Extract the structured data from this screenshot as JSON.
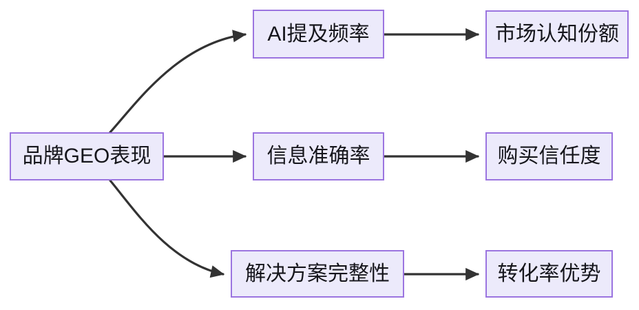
{
  "diagram": {
    "type": "flowchart",
    "direction": "left-to-right",
    "background_color": "#ffffff",
    "node_fill_color": "#ECEAFB",
    "node_border_color": "#9B74E0",
    "edge_color": "#333333",
    "text_color": "#16161c",
    "nodes": [
      {
        "id": "root",
        "label": "品牌GEO表现"
      },
      {
        "id": "mention",
        "label": "AI提及频率"
      },
      {
        "id": "share",
        "label": "市场认知份额"
      },
      {
        "id": "accuracy",
        "label": "信息准确率"
      },
      {
        "id": "trust",
        "label": "购买信任度"
      },
      {
        "id": "solution",
        "label": "解决方案完整性"
      },
      {
        "id": "conversion",
        "label": "转化率优势"
      }
    ],
    "edges": [
      {
        "from": "root",
        "to": "mention",
        "style": "curved",
        "label": ""
      },
      {
        "from": "root",
        "to": "accuracy",
        "style": "straight",
        "label": ""
      },
      {
        "from": "root",
        "to": "solution",
        "style": "curved",
        "label": ""
      },
      {
        "from": "mention",
        "to": "share",
        "style": "straight",
        "label": ""
      },
      {
        "from": "accuracy",
        "to": "trust",
        "style": "straight",
        "label": ""
      },
      {
        "from": "solution",
        "to": "conversion",
        "style": "straight",
        "label": ""
      }
    ]
  }
}
